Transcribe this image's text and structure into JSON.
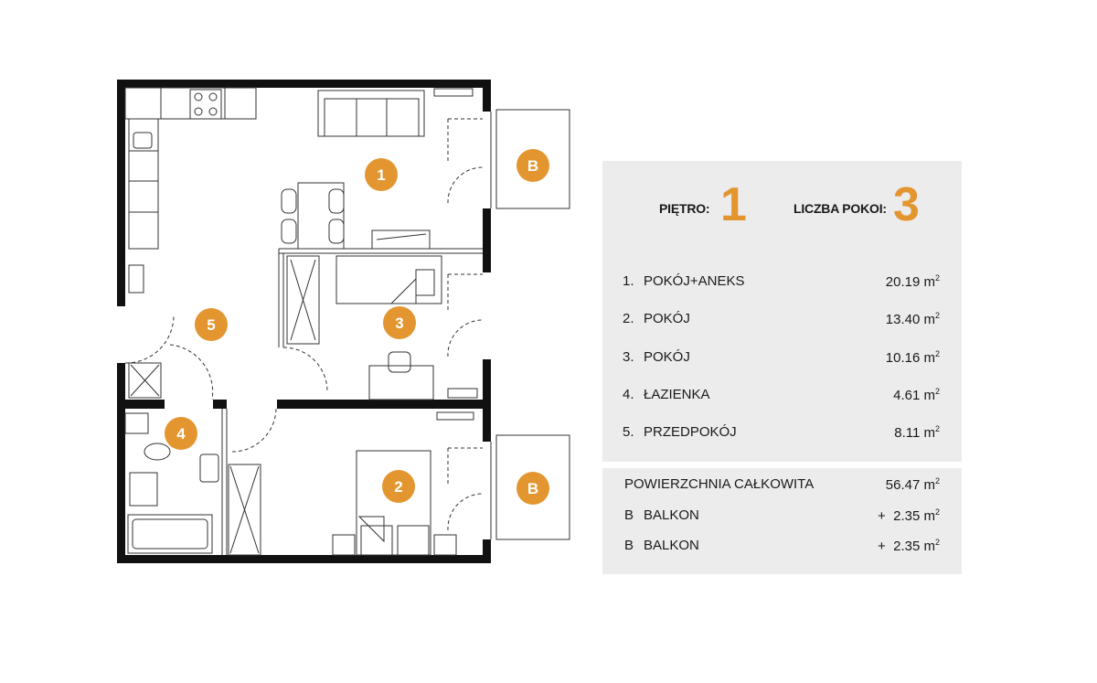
{
  "plan": {
    "markers": [
      "1",
      "2",
      "3",
      "4",
      "5"
    ],
    "balcony_marker": "B",
    "accent_color": "#e3962f"
  },
  "info": {
    "floor_label": "PIĘTRO:",
    "floor_value": "1",
    "rooms_label": "LICZBA POKOI:",
    "rooms_value": "3",
    "rooms": [
      {
        "num": "1.",
        "name": "POKÓJ+ANEKS",
        "area": "20.19 m",
        "unit_sup": "2"
      },
      {
        "num": "2.",
        "name": "POKÓJ",
        "area": "13.40 m",
        "unit_sup": "2"
      },
      {
        "num": "3.",
        "name": "POKÓJ",
        "area": "10.16 m",
        "unit_sup": "2"
      },
      {
        "num": "4.",
        "name": "ŁAZIENKA",
        "area": "4.61 m",
        "unit_sup": "2"
      },
      {
        "num": "5.",
        "name": "PRZEDPOKÓJ",
        "area": "8.11 m",
        "unit_sup": "2"
      }
    ],
    "total_label": "POWIERZCHNIA CAŁKOWITA",
    "total_area": "56.47 m",
    "total_sup": "2",
    "balconies": [
      {
        "prefix": "B",
        "name": "BALKON",
        "area": "+  2.35 m",
        "unit_sup": "2"
      },
      {
        "prefix": "B",
        "name": "BALKON",
        "area": "+  2.35 m",
        "unit_sup": "2"
      }
    ]
  }
}
